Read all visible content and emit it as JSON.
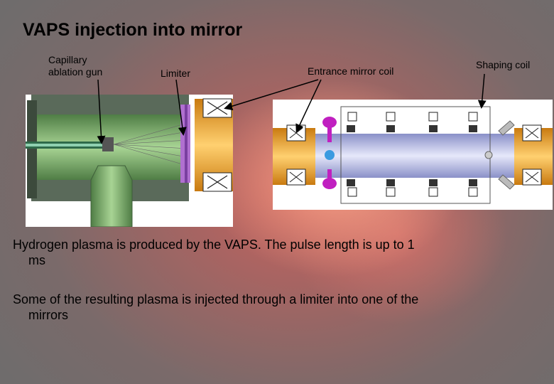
{
  "slide": {
    "title": "VAPS injection into mirror"
  },
  "labels": {
    "capillary_gun": "Capillary ablation gun",
    "limiter": "Limiter",
    "entrance_coil": "Entrance mirror coil",
    "shaping_coil": "Shaping coil"
  },
  "body": {
    "paragraph_1": "Hydrogen plasma is produced by the VAPS. The pulse length is up to 1 ms",
    "paragraph_2": "Some of the resulting plasma is injected through a limiter into one of the mirrors"
  },
  "colors": {
    "background_glow": "#c9605c",
    "gun_green": "#7fb06a",
    "coil_orange": "#f0a020",
    "limiter_purple": "#a060c0",
    "mirror_blue": "#b8bce8",
    "magenta_ports": "#c020c0"
  }
}
